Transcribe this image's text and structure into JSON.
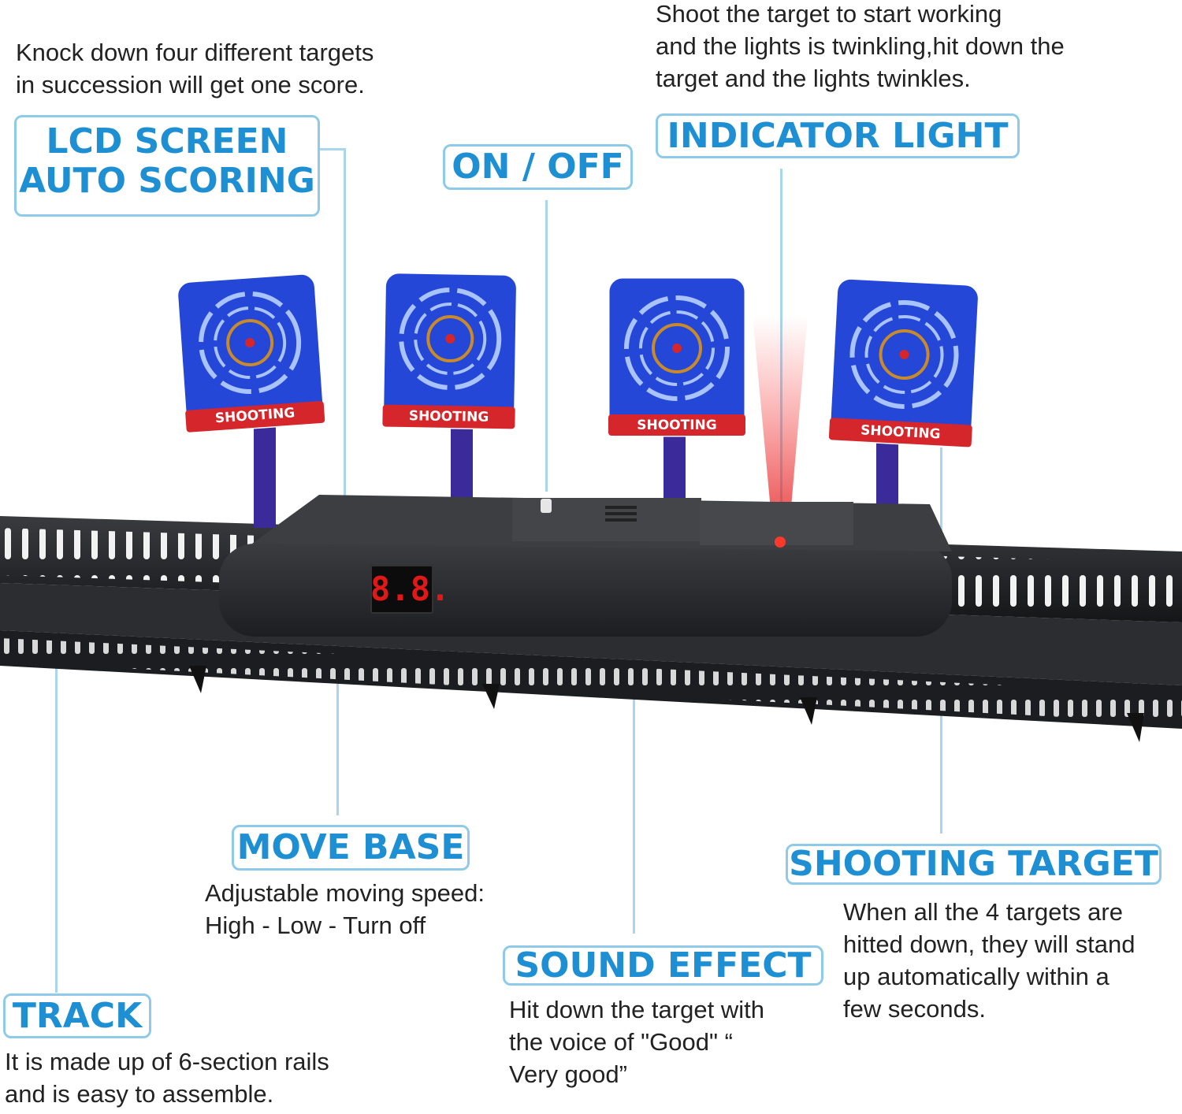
{
  "notes": {
    "lcd": "Knock down four different targets\nin succession will get one score.",
    "indicator": "Shoot the target to start working\nand the lights is twinkling,hit down the\ntarget and the lights twinkles.",
    "move_base": "Adjustable moving speed:\nHigh - Low - Turn off",
    "shooting_target": "When all the 4 targets are\nhitted down, they will stand\nup automatically within a\nfew seconds.",
    "sound_effect": "Hit down the target with\nthe voice of \"Good\" “\nVery good”",
    "track": "It is made up of 6-section rails\nand is easy to assemble."
  },
  "labels": {
    "lcd": "LCD SCREEN\nAUTO SCORING",
    "on_off": "ON / OFF",
    "indicator": "INDICATOR LIGHT",
    "move_base": "MOVE BASE",
    "shooting_target": "SHOOTING TARGET",
    "sound_effect": "SOUND EFFECT",
    "track": "TRACK"
  },
  "product": {
    "target_text": "SHOOTING",
    "score_display": "8.8."
  },
  "colors": {
    "label_text": "#1d8fd2",
    "label_border": "#8fcbe8",
    "target_blue": "#2447d8",
    "target_red": "#d5262b",
    "base_black": "#2a2b2e",
    "led_red": "#e01818"
  }
}
